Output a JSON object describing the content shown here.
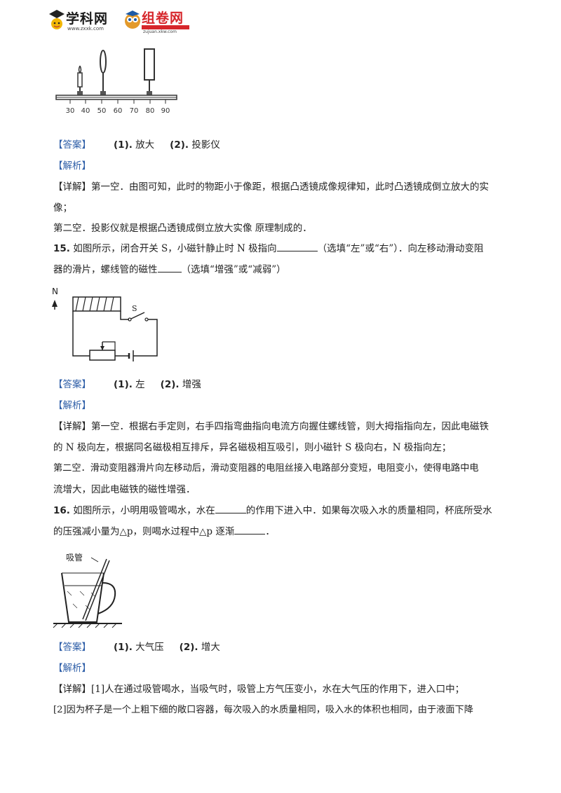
{
  "header": {
    "logo1_name": "学科网",
    "logo1_url": "www.zxxk.com",
    "logo2_name": "组卷网",
    "logo2_url": "zujuan.xkw.com"
  },
  "q14": {
    "ruler_ticks": [
      "30",
      "40",
      "50",
      "60",
      "70",
      "80",
      "90"
    ],
    "answer_tag": "【答案】",
    "answer1_num": "(1).",
    "answer1": "放大",
    "answer2_num": "(2).",
    "answer2": "投影仪",
    "analysis_tag": "【解析】",
    "detail_tag": "【详解】",
    "detail_line1": "第一空．由图可知，此时的物距小于像距，根据凸透镜成像规律知，此时凸透镜成倒立放大的实",
    "detail_line2": "像；",
    "detail_line3": "第二空．投影仪就是根据凸透镜成倒立放大实像   原理制成的．"
  },
  "q15": {
    "number": "15.",
    "text_line1_a": "如图所示，闭合开关 S，小磁针静止时 N 极指向",
    "text_line1_b": "（选填“左”或“右”）．向左移动滑动变阻",
    "text_line2_a": "器的滑片，螺线管的磁性",
    "text_line2_b": "（选填“增强”或“减弱”）",
    "fig_label_n": "N",
    "fig_label_s": "S",
    "answer_tag": "【答案】",
    "answer1_num": "(1).",
    "answer1": "左",
    "answer2_num": "(2).",
    "answer2": "增强",
    "analysis_tag": "【解析】",
    "detail_tag": "【详解】",
    "detail_line1": "第一空．根据右手定则，右手四指弯曲指向电流方向握住螺线管，则大拇指指向左，因此电磁铁",
    "detail_line2": "的 N 极向左，根据同名磁极相互排斥，异名磁极相互吸引，则小磁针 S 极向右，N 极指向左；",
    "detail_line3": "第二空．滑动变阻器滑片向左移动后，滑动变阻器的电阻丝接入电路部分变短，电阻变小，使得电路中电",
    "detail_line4": "流增大，因此电磁铁的磁性增强．"
  },
  "q16": {
    "number": "16.",
    "text_line1_a": "如图所示，小明用吸管喝水，水在",
    "text_line1_b": "的作用下进入中．如果每次吸入水的质量相同，杯底所受水",
    "text_line2_a": "的压强减小量为△p，则喝水过程中△p 逐渐",
    "text_line2_b": "．",
    "fig_label": "吸管",
    "answer_tag": "【答案】",
    "answer1_num": "(1).",
    "answer1": "大气压",
    "answer2_num": "(2).",
    "answer2": "增大",
    "analysis_tag": "【解析】",
    "detail_tag": "【详解】",
    "detail_line1": "[1]人在通过吸管喝水，当吸气时，吸管上方气压变小，水在大气压的作用下，进入口中；",
    "detail_line2": "[2]因为杯子是一个上粗下细的敞口容器，每次吸入的水质量相同，吸入水的体积也相同，由于液面下降"
  }
}
